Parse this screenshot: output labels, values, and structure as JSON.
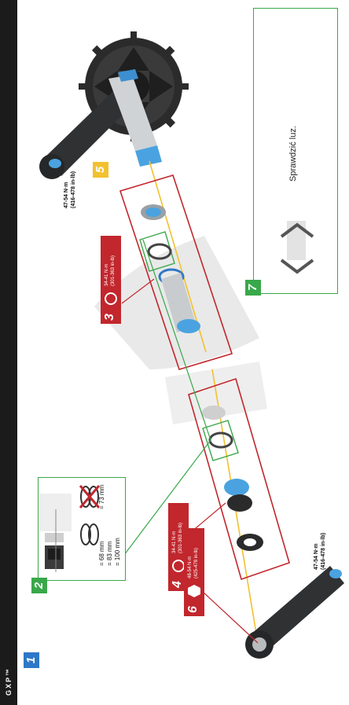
{
  "brand": "GXP™",
  "colors": {
    "accent_green": "#39a84a",
    "accent_blue": "#2e78c7",
    "accent_red": "#c1272d",
    "accent_yellow": "#f2c12e"
  },
  "steps": {
    "s1": {
      "number": "1"
    },
    "s2": {
      "number": "2",
      "widths_no": "= 73 mm",
      "widths_yes_1": "= 68 mm",
      "widths_yes_2": "= 83 mm",
      "widths_yes_3": "= 100 mm"
    },
    "s3": {
      "number": "3",
      "torque_nm": "34-41 N·m",
      "torque_inlb": "(301-363 in-lb)"
    },
    "s4": {
      "number": "4",
      "torque_nm": "34-41 N·m",
      "torque_inlb": "(301-363 in-lb)"
    },
    "s5": {
      "number": "5"
    },
    "s6": {
      "number": "6",
      "torque_nm": "48-54 N·m",
      "torque_inlb": "(425-478 in-lb)"
    },
    "s7": {
      "number": "7",
      "text": "Sprawdzić luz."
    }
  },
  "crank_torque_top": {
    "nm": "47-54 N·m",
    "inlb": "(416-478 in-lb)"
  },
  "crank_torque_bottom": {
    "nm": "47-54 N·m",
    "inlb": "(416-478 in-lb)"
  }
}
